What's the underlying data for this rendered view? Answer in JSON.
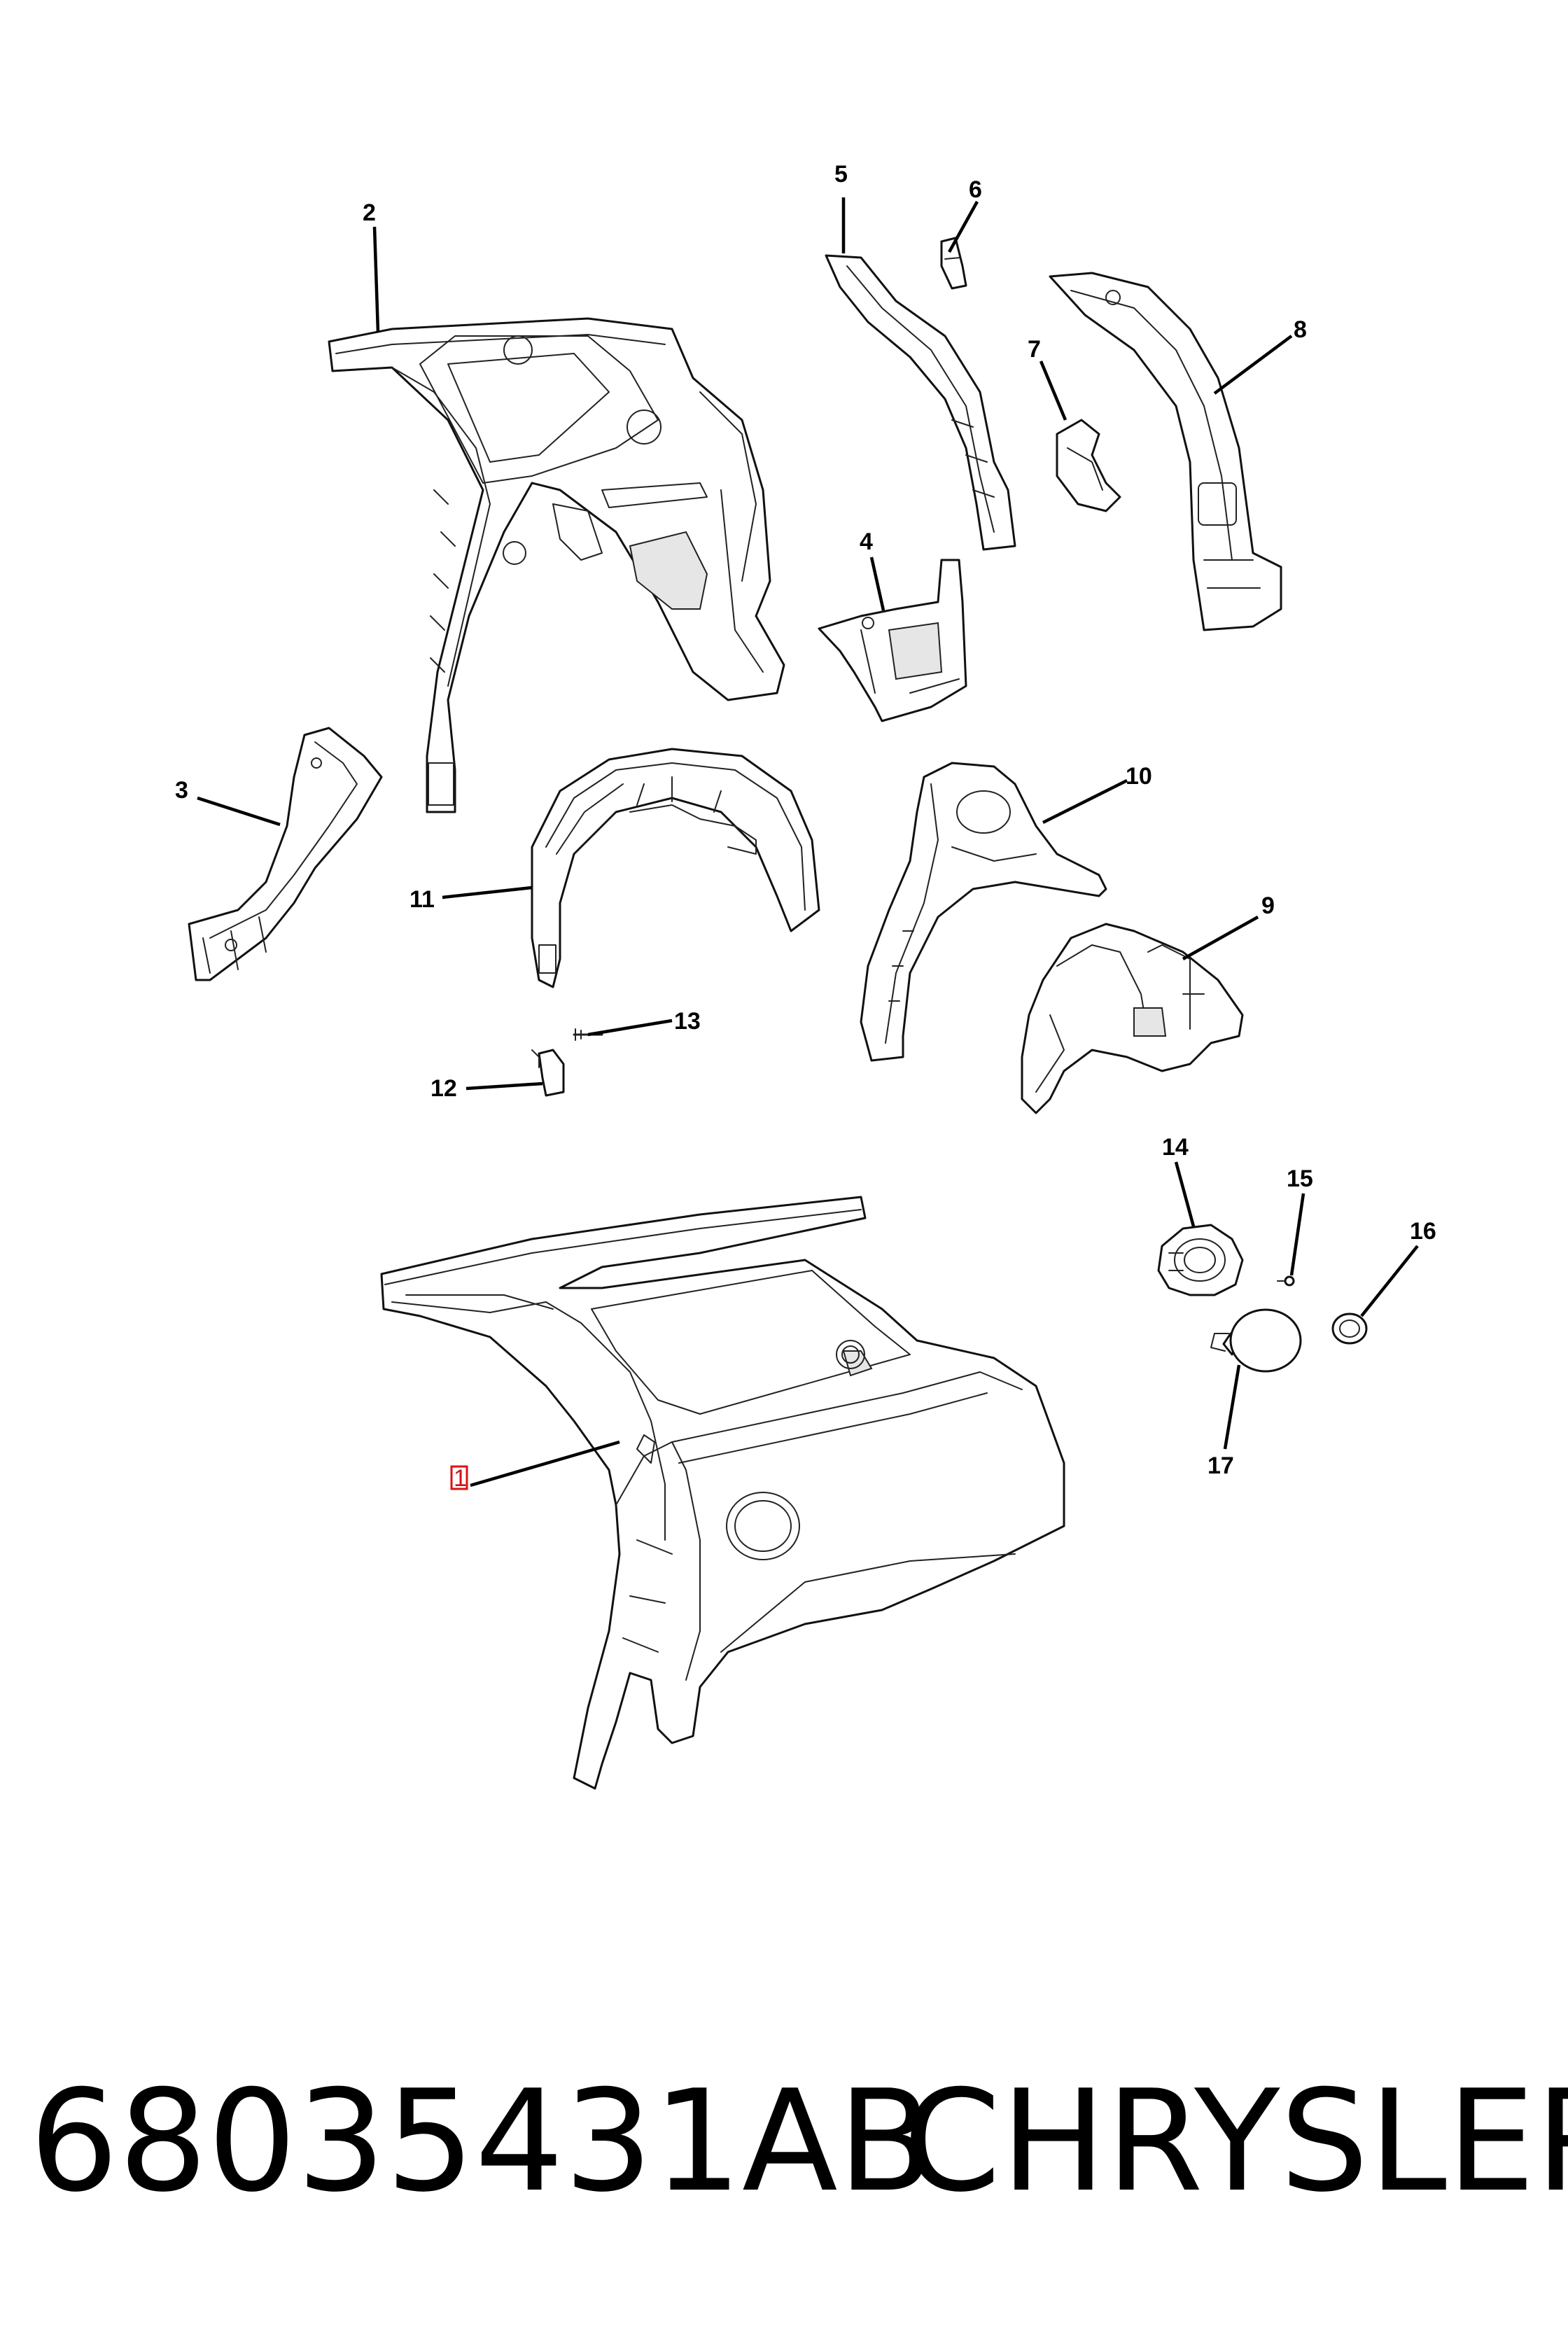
{
  "callouts": {
    "c1": "1",
    "c2": "2",
    "c3": "3",
    "c4": "4",
    "c5": "5",
    "c6": "6",
    "c7": "7",
    "c8": "8",
    "c9": "9",
    "c10": "10",
    "c11": "11",
    "c12": "12",
    "c13": "13",
    "c14": "14",
    "c15": "15",
    "c16": "16",
    "c17": "17"
  },
  "highlight": {
    "callout": "1",
    "color": "#d11111"
  },
  "footer": {
    "part_number": "68035431AB",
    "brand": "CHRYSLER"
  }
}
